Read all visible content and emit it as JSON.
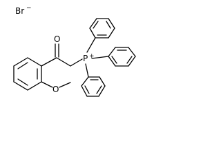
{
  "structure": {
    "counterion": {
      "symbol": "Br",
      "charge": "−"
    },
    "carbonyl_oxygen": "O",
    "methoxy": {
      "oxygen": "O"
    },
    "phosphonium": {
      "symbol": "P",
      "charge": "+"
    },
    "colors": {
      "bond": "#000000",
      "background": "#ffffff"
    }
  }
}
